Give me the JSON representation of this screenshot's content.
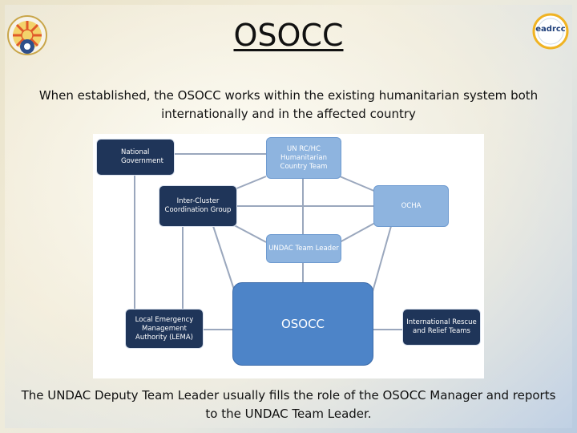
{
  "title": "OSOCC",
  "subtitle": "When established, the OSOCC works within the existing humanitarian system both internationally and in the affected country",
  "caption": "The UNDAC Deputy Team Leader usually fills the role of the OSOCC Manager and reports to the UNDAC Team Leader.",
  "logos": {
    "right": "eadrcc",
    "left_icon": "emblem-icon"
  },
  "diagram": {
    "nodes": {
      "national_government": "National Government",
      "un_rc_hc": "UN RC/HC Humanitarian Country Team",
      "inter_cluster": "Inter-Cluster Coordination Group",
      "ocha": "OCHA",
      "undac_leader": "UNDAC Team Leader",
      "lema": "Local Emergency Management Authority (LEMA)",
      "osocc": "OSOCC",
      "international_rescue": "International Rescue and Relief Teams"
    }
  },
  "colors": {
    "dark_node": "#1f3559",
    "light_node": "#8eb4df",
    "osocc_node": "#4d84c8",
    "line": "#9aa7bd"
  }
}
